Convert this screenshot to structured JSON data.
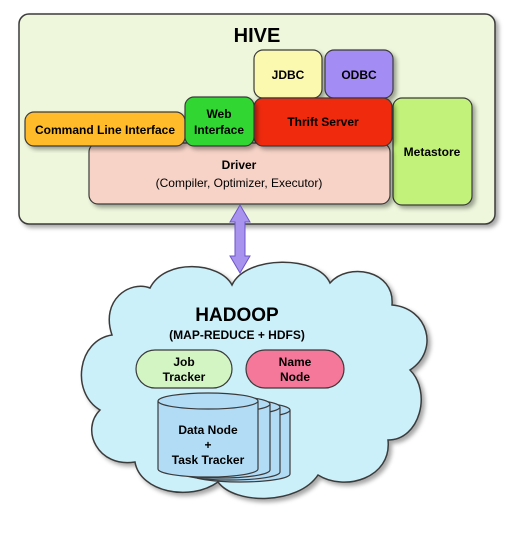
{
  "hive": {
    "title": "HIVE",
    "jdbc": "JDBC",
    "odbc": "ODBC",
    "web_interface": [
      "Web",
      "Interface"
    ],
    "command_line_interface": "Command Line Interface",
    "thrift_server": "Thrift Server",
    "metastore": "Metastore",
    "driver": {
      "title": "Driver",
      "subtitle": "(Compiler, Optimizer, Executor)"
    }
  },
  "hadoop": {
    "title": "HADOOP",
    "subtitle": "(MAP-REDUCE + HDFS)",
    "job_tracker": [
      "Job",
      "Tracker"
    ],
    "name_node": [
      "Name",
      "Node"
    ],
    "data_node": [
      "Data Node",
      "+",
      "Task Tracker"
    ]
  },
  "colors": {
    "hive_panel": "#eef7dc",
    "jdbc": "#fbf8b0",
    "odbc": "#a48cf5",
    "web_interface": "#33d633",
    "command_line_interface": "#ffbb2a",
    "thrift_server": "#ef2a10",
    "metastore": "#c3f27a",
    "driver": "#f7d3c7",
    "arrow": "#a893ee",
    "cloud": "#ccf0fa",
    "job_tracker": "#d3f5c4",
    "name_node": "#f5779a",
    "data_node": "#b2dcf5"
  }
}
